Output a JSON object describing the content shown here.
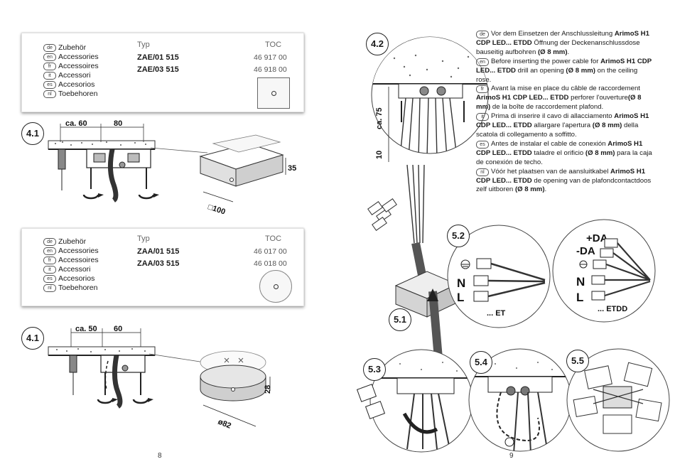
{
  "left_page": {
    "box1": {
      "langs": [
        {
          "code": "de",
          "label": "Zubehör"
        },
        {
          "code": "en",
          "label": "Accessories"
        },
        {
          "code": "fr",
          "label": "Accessoires"
        },
        {
          "code": "it",
          "label": "Accessori"
        },
        {
          "code": "es",
          "label": "Accesorios"
        },
        {
          "code": "nl",
          "label": "Toebehoren"
        }
      ],
      "typ_header": "Typ",
      "toc_header": "TOC",
      "items": [
        {
          "typ": "ZAE/01 515",
          "toc": "46 917 00"
        },
        {
          "typ": "ZAE/03 515",
          "toc": "46 918 00"
        }
      ]
    },
    "fig1": {
      "step": "4.1",
      "dim_a": "ca. 60",
      "dim_b": "80",
      "dim_h": "35",
      "dim_w": "□100"
    },
    "box2": {
      "langs": [
        {
          "code": "de",
          "label": "Zubehör"
        },
        {
          "code": "en",
          "label": "Accessories"
        },
        {
          "code": "fr",
          "label": "Accessoires"
        },
        {
          "code": "it",
          "label": "Accessori"
        },
        {
          "code": "es",
          "label": "Accesorios"
        },
        {
          "code": "nl",
          "label": "Toebehoren"
        }
      ],
      "typ_header": "Typ",
      "toc_header": "TOC",
      "items": [
        {
          "typ": "ZAA/01 515",
          "toc": "46 017 00"
        },
        {
          "typ": "ZAA/03 515",
          "toc": "46 018 00"
        }
      ]
    },
    "fig2": {
      "step": "4.1",
      "dim_a": "ca. 50",
      "dim_b": "60",
      "dim_h": "28",
      "dim_d": "ø82"
    },
    "page_number": "8"
  },
  "right_page": {
    "fig42": {
      "step": "4.2",
      "dim_v": "ca. 75",
      "dim_s": "10"
    },
    "instructions": [
      {
        "code": "de",
        "pre": "Vor dem Einsetzen der Anschlussleitung ",
        "b1": "ArimoS H1 CDP LED... ETDD",
        "mid": " Öffnung der Deckenanschlussdose bauseitig aufbohren ",
        "b2": "(Ø 8 mm)",
        "post": "."
      },
      {
        "code": "en",
        "pre": "Before inserting the power cable for ",
        "b1": "ArimoS H1 CDP LED... ETDD",
        "mid": " drill an opening ",
        "b2": "(Ø 8 mm)",
        "post": " on the ceiling rose."
      },
      {
        "code": "fr",
        "pre": "Avant la mise en place du câble de raccordement ",
        "b1": "ArimoS H1 CDP LED... ETDD",
        "mid": " perforer l'ouverture",
        "b2": "(Ø 8 mm)",
        "post": " de la boîte de raccordement plafond."
      },
      {
        "code": "it",
        "pre": "Prima di inserire il cavo di allacciamento ",
        "b1": "ArimoS H1 CDP LED... ETDD",
        "mid": " allargare l'apertura ",
        "b2": "(Ø 8 mm)",
        "post": " della scatola di collegamento a soffitto."
      },
      {
        "code": "es",
        "pre": "Antes de instalar el cable de conexión ",
        "b1": "ArimoS H1 CDP LED... ETDD",
        "mid": " taladre el orificio ",
        "b2": "(Ø 8 mm)",
        "post": " para la caja de conexión de techo."
      },
      {
        "code": "nl",
        "pre": "Vóór het plaatsen van de aansluitkabel ",
        "b1": "ArimoS H1 CDP LED... ETDD",
        "mid": " de opening van de plafondcontactdoos zelf uitboren ",
        "b2": "(Ø 8 mm)",
        "post": "."
      }
    ],
    "fig51": {
      "step": "5.1"
    },
    "fig52": {
      "step": "5.2",
      "n": "N",
      "l": "L",
      "caption": "... ET"
    },
    "fig52b": {
      "plus": "+DA",
      "minus": "-DA",
      "n": "N",
      "l": "L",
      "caption": "... ETDD"
    },
    "fig53": {
      "step": "5.3"
    },
    "fig54": {
      "step": "5.4"
    },
    "fig55": {
      "step": "5.5"
    },
    "page_number": "9"
  }
}
